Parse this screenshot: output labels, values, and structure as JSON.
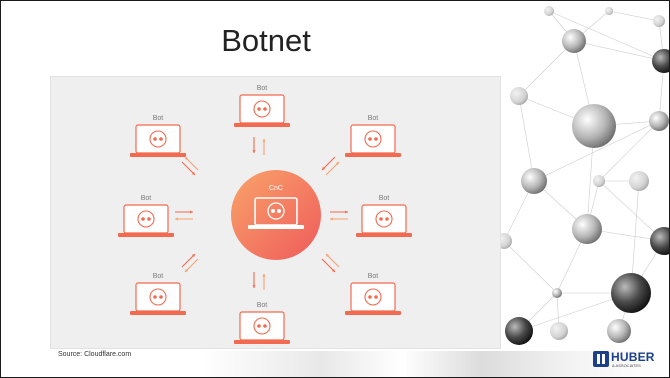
{
  "slide": {
    "title": "Botnet",
    "source": "Source: Cloudflare.com"
  },
  "diagram": {
    "center_label": "CnC",
    "bot_label": "Bot",
    "accent_color": "#f26a4f",
    "accent_light": "#f7a06e",
    "center_gradient": [
      "#f9a36a",
      "#ef5b5b"
    ]
  },
  "logo": {
    "name": "HUBER",
    "subtitle": "& ASSOCIATES"
  }
}
